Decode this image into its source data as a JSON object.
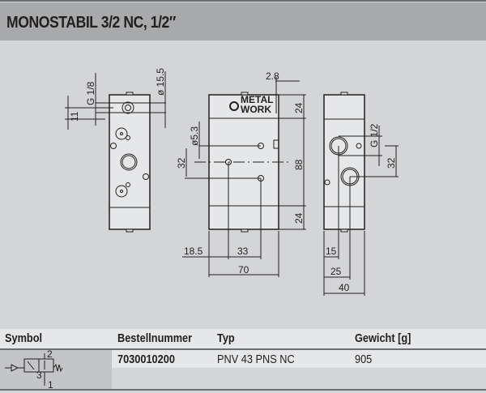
{
  "header": {
    "title": "MONOSTABIL 3/2 NC, 1/2″"
  },
  "drawing": {
    "side_view": {
      "port_thread": "G 1/8",
      "port_diameter": "ø 15.5",
      "port_offset": "11"
    },
    "front_view": {
      "logo_line1": "METAL",
      "logo_line2": "WORK",
      "dim_2_8": "2.8",
      "dim_top": "24",
      "dim_middle": "88",
      "dim_bottom": "24",
      "hole_diameter": "ø5.3",
      "hole_spacing": "32",
      "dim_18_5": "18.5",
      "dim_33": "33",
      "dim_width": "70"
    },
    "rear_view": {
      "port_thread": "G 1/2",
      "port_spacing": "32",
      "dim_15": "15",
      "dim_25": "25",
      "dim_width": "40"
    }
  },
  "table": {
    "headers": [
      "Symbol",
      "Bestellnummer",
      "Typ",
      "Gewicht [g]"
    ],
    "rows": [
      {
        "bestellnummer": "7030010200",
        "typ": "PNV 43 PNS NC",
        "gewicht": "905",
        "symbol_ports": [
          "2",
          "3",
          "1"
        ]
      }
    ]
  }
}
